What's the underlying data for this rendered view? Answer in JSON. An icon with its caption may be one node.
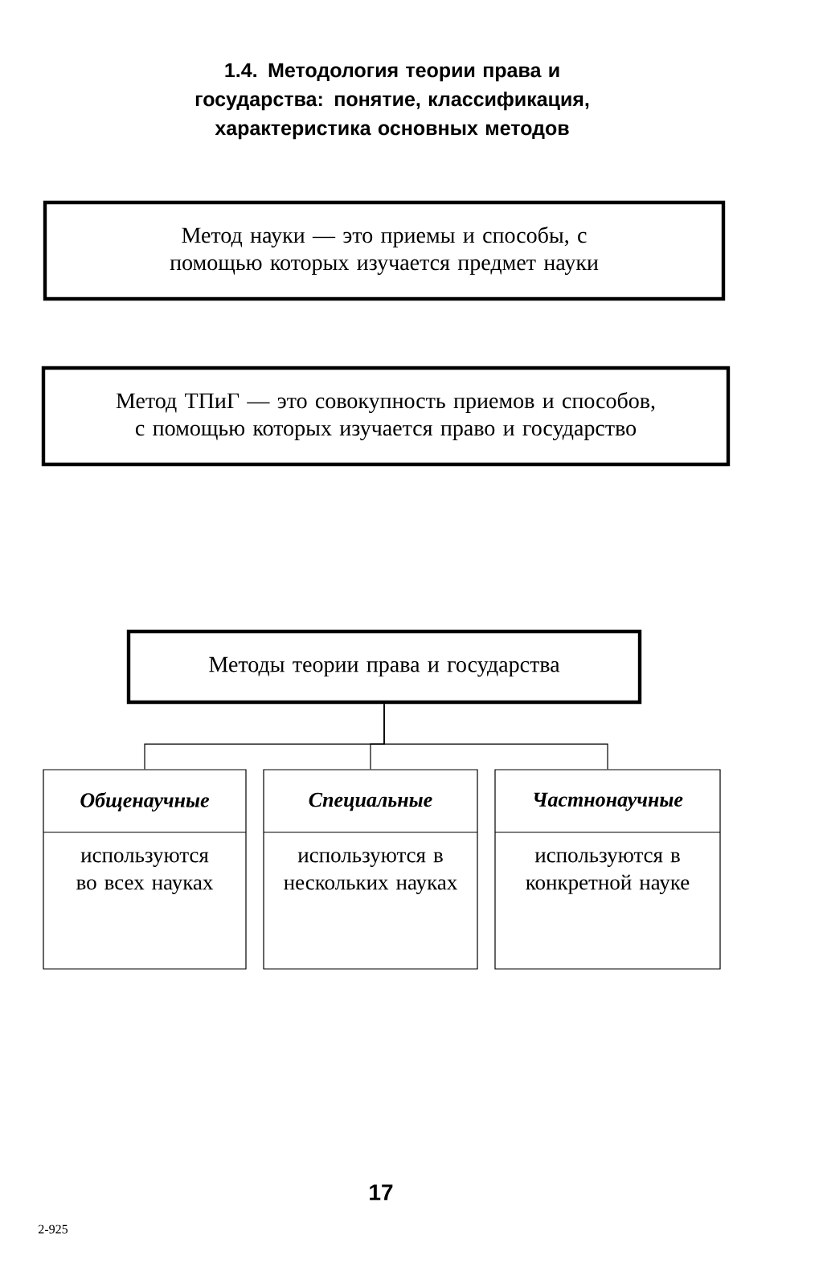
{
  "diagram": {
    "title": "1.4. Методология теории права и государства: понятие, классификация, характеристика основных методов",
    "nodes": [
      {
        "text": [
          "Метод науки — это приемы и способы, с помощью которых изучается предмет науки"
        ]
      },
      {
        "text": [
          "Метод ТПиГ — это совокупность приемов и способов, с помощью которых изучается право и государство"
        ]
      },
      {
        "text": [
          "Методы теории права и государства"
        ]
      },
      {
        "text": [
          "Общенаучные",
          "используются во всех науках"
        ]
      },
      {
        "text": [
          "Специальные",
          "используются в нескольких науках"
        ]
      },
      {
        "text": [
          "Частнонаучные",
          "используются в конкретной науке"
        ]
      }
    ],
    "edges": [
      {
        "from": 2,
        "to": 3,
        "arrow": "none"
      },
      {
        "from": 2,
        "to": 4,
        "arrow": "none"
      },
      {
        "from": 2,
        "to": 5,
        "arrow": "none"
      }
    ],
    "labels": [
      "17",
      "2-925"
    ]
  }
}
